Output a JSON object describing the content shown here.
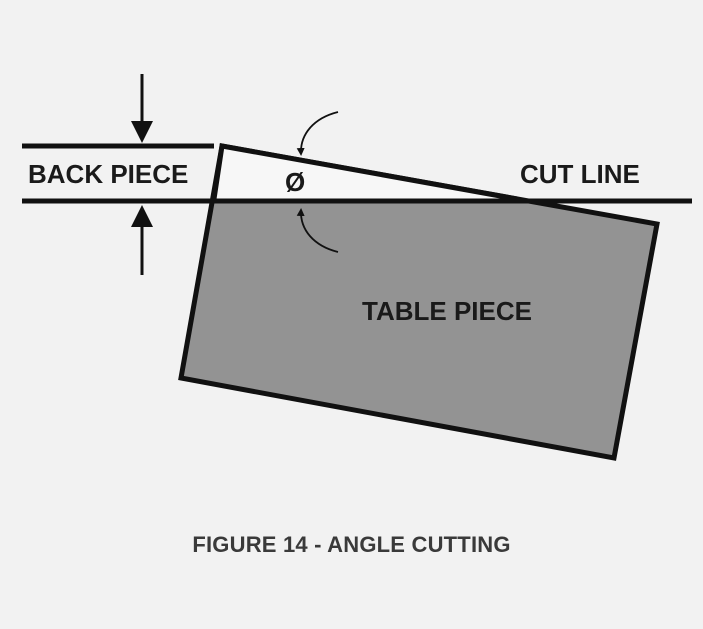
{
  "diagram": {
    "back_piece_label": "BACK PIECE",
    "cut_line_label": "CUT LINE",
    "angle_symbol": "Ø",
    "table_piece_label": "TABLE PIECE"
  },
  "caption": "FIGURE 14 - ANGLE CUTTING",
  "colors": {
    "background": "#f2f2f2",
    "line": "#111111",
    "table_piece_fill": "#939393",
    "back_piece_fill": "#f7f7f7",
    "caption_text": "#3a3a3a"
  },
  "icons": {
    "thickness_arrows": "arrow-down-icon / arrow-up-icon",
    "angle_arcs": "curved-arrow-icon"
  }
}
